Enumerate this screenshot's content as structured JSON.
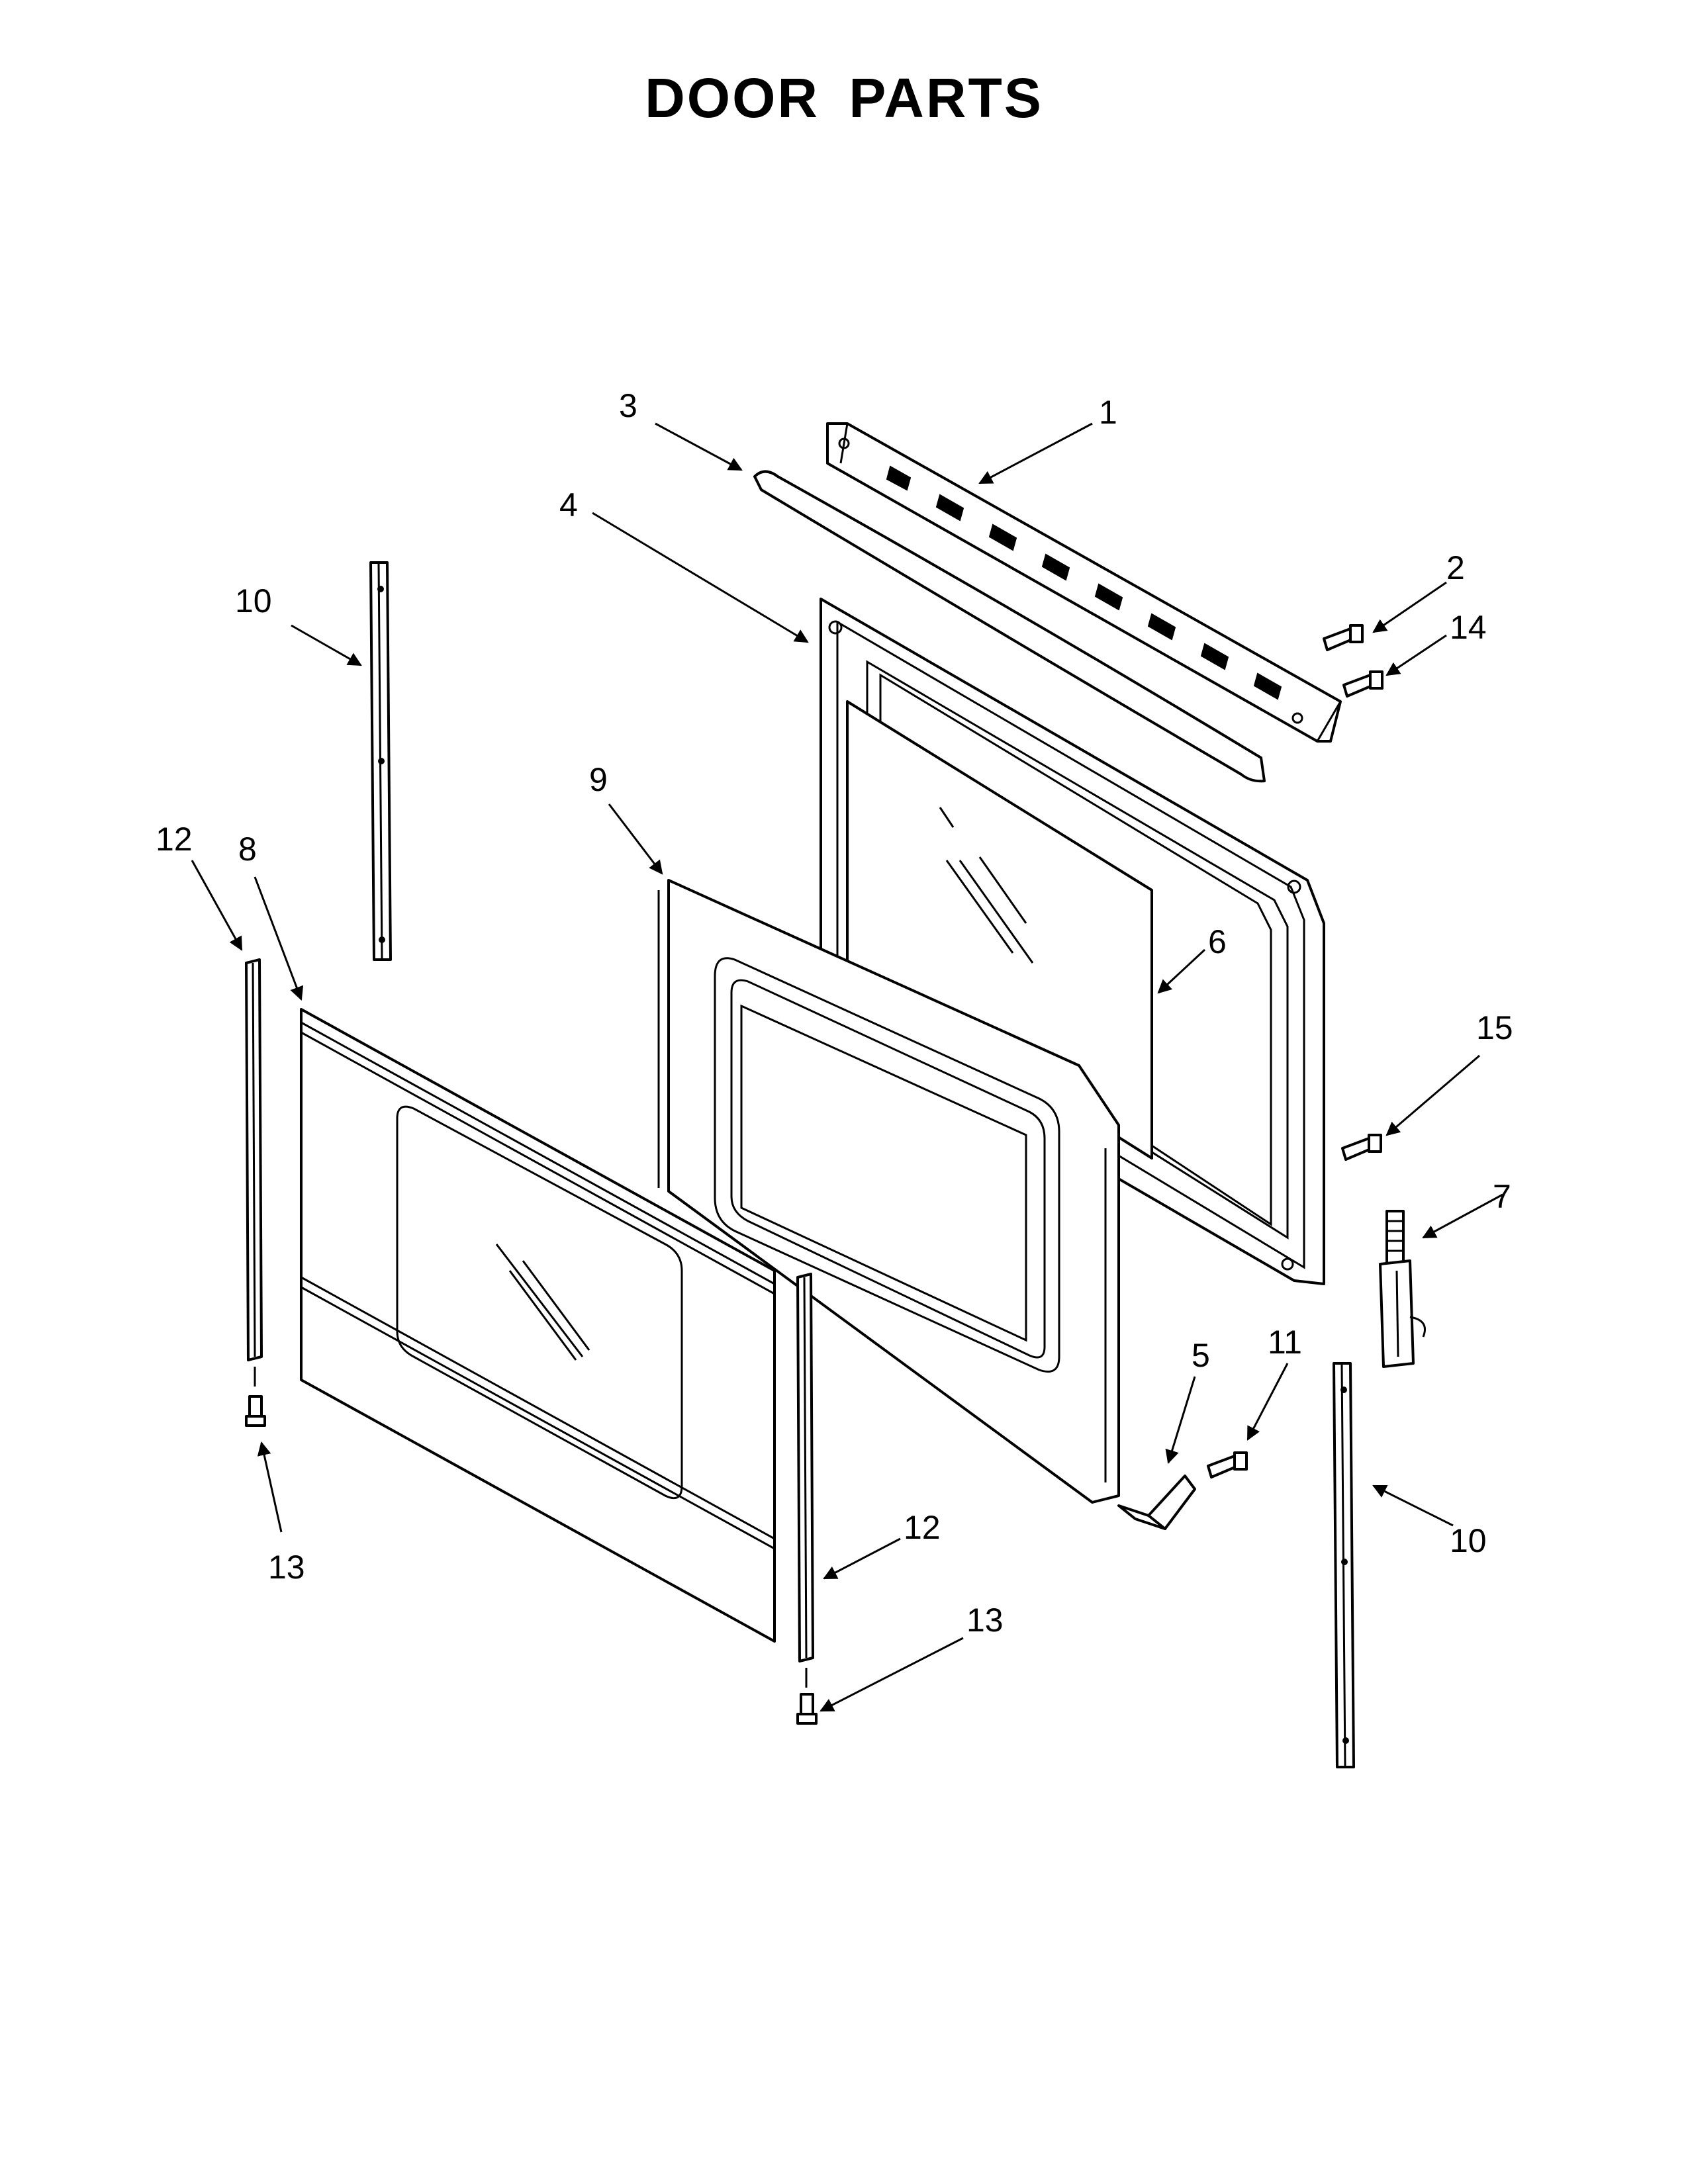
{
  "title": "DOOR PARTS",
  "callouts": {
    "c1": "1",
    "c2": "2",
    "c3": "3",
    "c4": "4",
    "c5": "5",
    "c6": "6",
    "c7": "7",
    "c8": "8",
    "c9": "9",
    "c10a": "10",
    "c10b": "10",
    "c11": "11",
    "c12a": "12",
    "c12b": "12",
    "c13a": "13",
    "c13b": "13",
    "c14": "14",
    "c15": "15"
  }
}
